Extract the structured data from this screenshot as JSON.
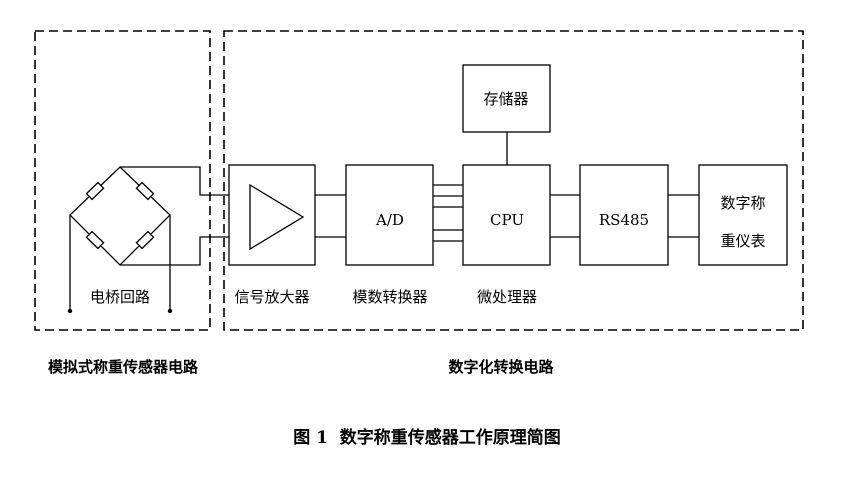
{
  "regions": {
    "analog_label": "模拟式称重传感器电路",
    "digital_label": "数字化转换电路"
  },
  "bridge": {
    "label": "电桥回路"
  },
  "blocks": {
    "amplifier": {
      "caption": "信号放大器"
    },
    "adc": {
      "text": "A/D",
      "caption": "模数转换器"
    },
    "cpu": {
      "text": "CPU",
      "caption": "微处理器"
    },
    "storage": {
      "text": "存储器"
    },
    "rs485": {
      "text": "RS485"
    },
    "display": {
      "line1": "数字称",
      "line2": "重仪表"
    }
  },
  "figure_caption": "图 1  数字称重传感器工作原理简图"
}
